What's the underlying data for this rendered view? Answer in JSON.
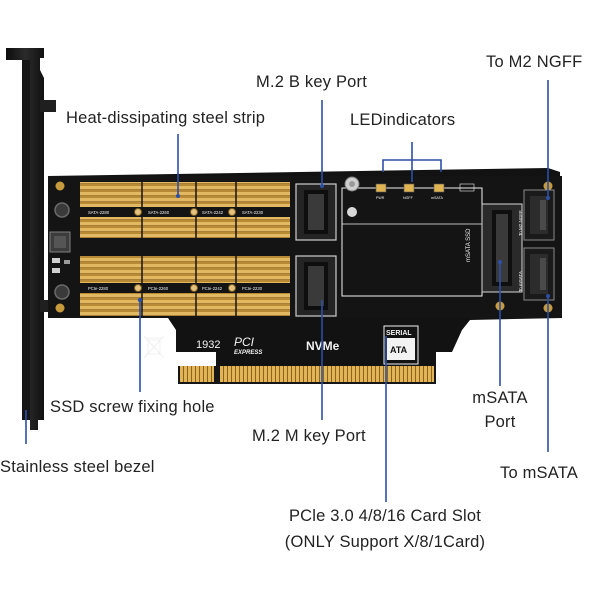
{
  "labels": {
    "m2_b_key_port": "M.2 B key Port",
    "to_m2_ngff": "To M2 NGFF",
    "heat_strip": "Heat-dissipating steel strip",
    "led_indicators": "LEDindicators",
    "msata_port_line1": "mSATA",
    "msata_port_line2": "Port",
    "ssd_screw_hole": "SSD screw fixing hole",
    "m2_m_key_port": "M.2 M key Port",
    "stainless_bezel": "Stainless steel bezel",
    "to_msata": "To mSATA",
    "pcie_slot_line1": "PCle 3.0 4/8/16 Card Slot",
    "pcie_slot_line2": "(ONLY Support X/8/1Card)"
  },
  "board": {
    "pcie_logo_top": "PCI",
    "pcie_logo_bottom": "EXPRESS",
    "nvme": "NVMe",
    "chip_code": "1932",
    "serial_ata_top": "SERIAL",
    "serial_ata_bottom": "ATA",
    "slot_upper_sizes": [
      "SATA-2280",
      "SATA-2260",
      "SATA-2242",
      "SATA-2230"
    ],
    "slot_lower_sizes": [
      "PCIe-2280",
      "PCIe-2260",
      "PCIe-2242",
      "PCIe-2230"
    ],
    "msata_ssd": "mSATA SSD",
    "to_m2_ngff_small": "To M2 NGFF",
    "to_msata_small": "To mSATA",
    "led_small_labels": [
      "PWR",
      "NGFF",
      "mSATA"
    ]
  },
  "colors": {
    "callout_line": "#2c4fa6",
    "pcb": "#111111",
    "gold": "#d8a94a",
    "bracket": "#1b1b1b"
  }
}
